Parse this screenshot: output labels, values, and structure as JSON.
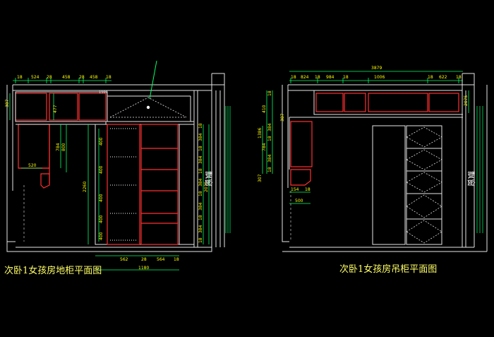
{
  "titles": {
    "left": "次卧1女孩房地柜平面图",
    "right": "次卧1女孩房吊柜平面图"
  },
  "wall_label": "飘窗",
  "colors": {
    "background": "#000000",
    "wall": "#e6e6e6",
    "cabinet": "#ff3030",
    "dimension": "#00ff66",
    "dimension_text": "#ffff00",
    "title_text": "#ffff66",
    "hatch": "#ffffff",
    "leader": "#00ff66",
    "partition": "#c00000"
  },
  "left_plan": {
    "top_dims": [
      "18",
      "524",
      "28",
      "458",
      "28",
      "458",
      "18"
    ],
    "top_small": "1900",
    "left_dims": [
      "387",
      "477",
      "784",
      "800"
    ],
    "left_bottom": "520",
    "center_dims": [
      "2260",
      "400",
      "400",
      "400",
      "400",
      "400"
    ],
    "right_dims": [
      "18",
      "384",
      "18",
      "384",
      "18",
      "384",
      "18",
      "384",
      "18",
      "384",
      "18"
    ],
    "right_total": "2075",
    "bottom_dims": [
      "562",
      "28",
      "564",
      "18"
    ],
    "bottom_total": "1180"
  },
  "right_plan": {
    "top_total": "3879",
    "top_dims": [
      "18",
      "824",
      "18",
      "984",
      "18",
      "1006",
      "18",
      "622",
      "18"
    ],
    "left_dims": [
      "410",
      "387",
      "784"
    ],
    "left_bottom": [
      "154",
      "18"
    ],
    "left_total": "500",
    "small_box": "307",
    "right_dims": [
      "18",
      "384",
      "18",
      "384",
      "18"
    ],
    "right_total": "1386",
    "right_side": "2075"
  }
}
